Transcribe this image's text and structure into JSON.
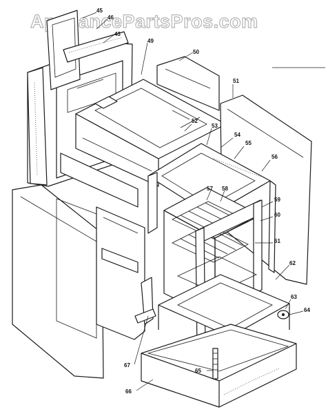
{
  "watermark": "AppliancePartsPros.com",
  "callouts": {
    "c45": "45",
    "c46": "46",
    "c43": "43",
    "c49": "49",
    "c50": "50",
    "c51": "51",
    "c52": "52",
    "c53": "53",
    "c54": "54",
    "c55": "55",
    "c56": "56",
    "c57": "57",
    "c58": "58",
    "c59": "59",
    "c60": "60",
    "c61": "61",
    "c62": "62",
    "c63": "63",
    "c64": "64",
    "c65": "65",
    "c66": "66",
    "c67": "67"
  }
}
